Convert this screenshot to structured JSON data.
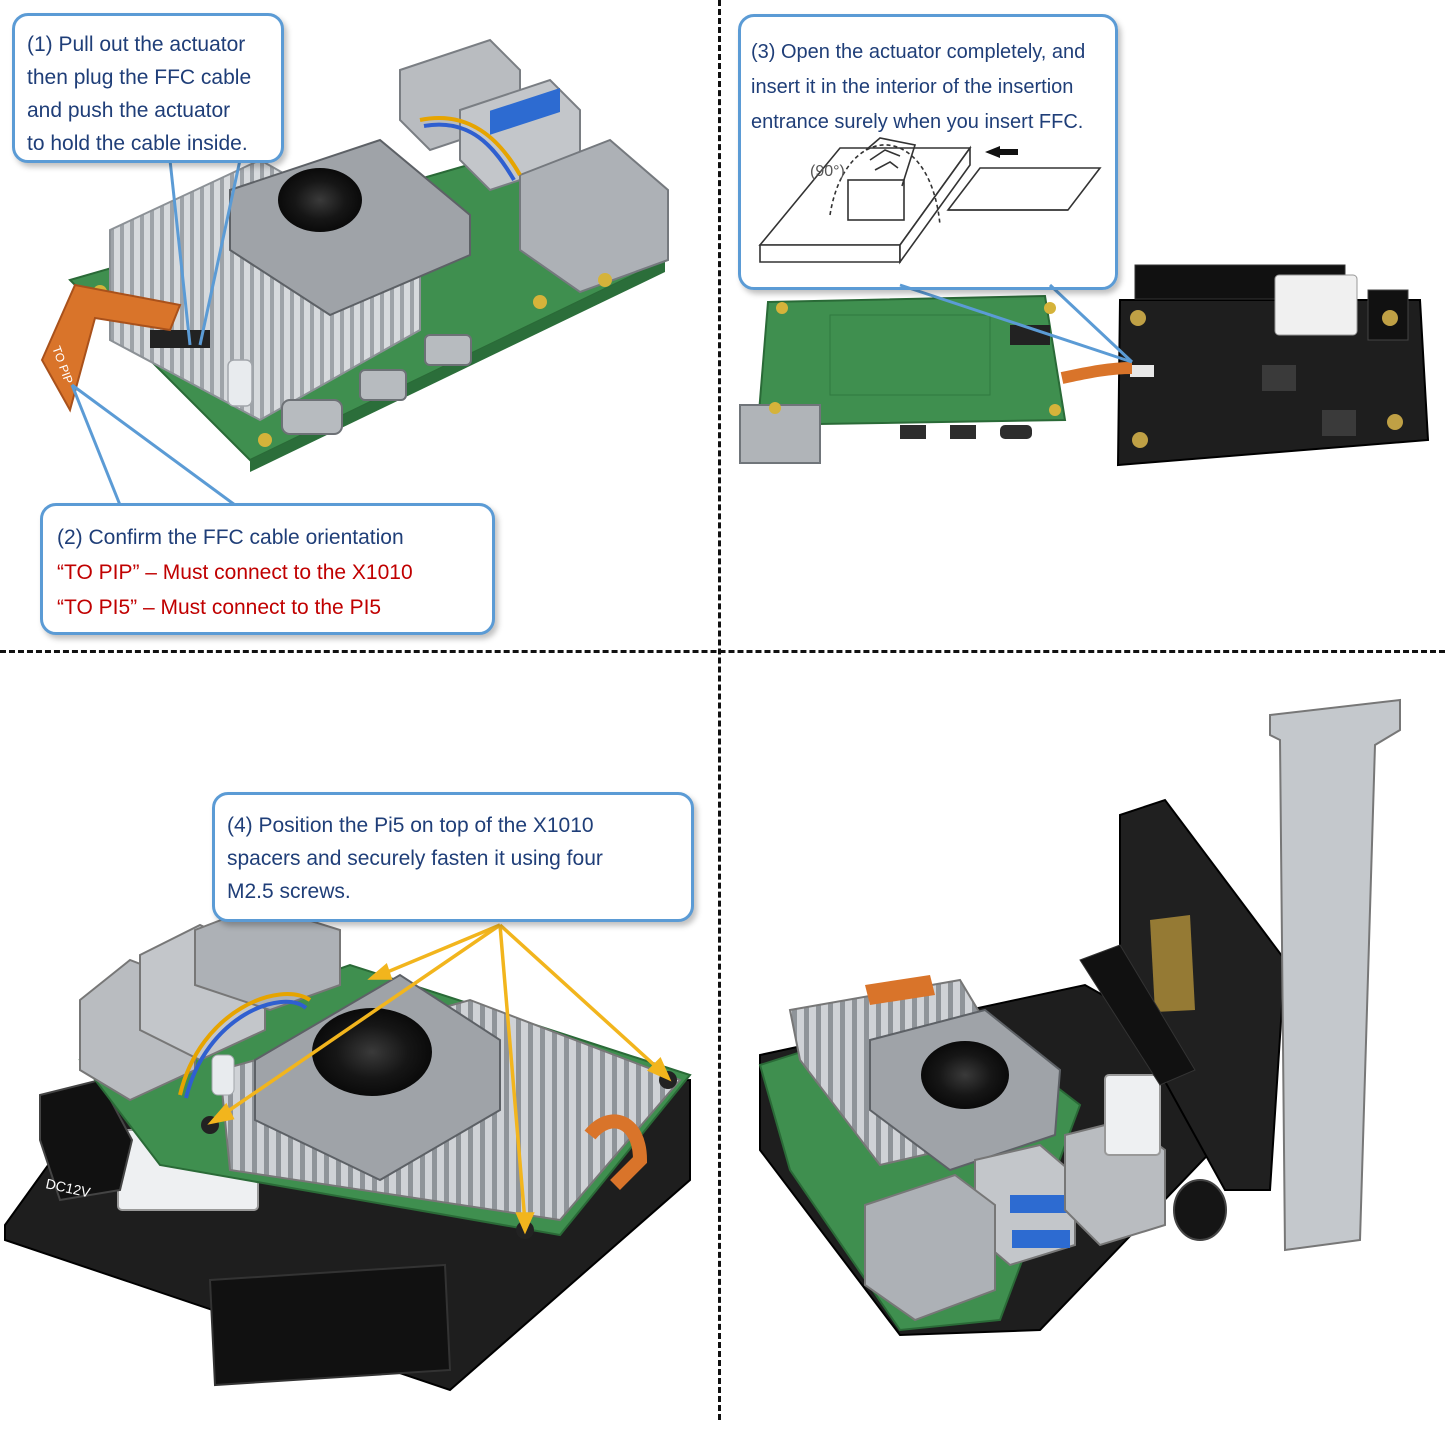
{
  "callouts": {
    "step1": {
      "lines": [
        "(1) Pull out the actuator",
        "then plug the FFC cable",
        "and push the actuator",
        "to hold the cable inside."
      ]
    },
    "step2": {
      "line1": "(2) Confirm the FFC cable orientation",
      "line2": "“TO PIP” – Must connect to the X1010",
      "line3": "“TO PI5” – Must connect to the PI5"
    },
    "step3": {
      "lines": [
        "(3) Open the actuator completely, and",
        "insert it in the interior of the insertion",
        "entrance surely when you insert FFC."
      ],
      "angle_label": "(90°)"
    },
    "step4": {
      "lines": [
        "(4) Position the Pi5 on top of the X1010",
        "spacers and securely fasten it using four",
        "M2.5 screws."
      ]
    }
  },
  "board_labels": {
    "dc12v": "DC12V",
    "to_pip": "TO PIP"
  },
  "colors": {
    "callout_border": "#5b9bd5",
    "callout_text": "#1f3e78",
    "warning_text": "#c00000",
    "pi_board_green": "#3f8f4f",
    "x1010_board_black": "#1e1e1e",
    "heatsink_silver": "#c9ccd0",
    "ffc_orange": "#d9742a",
    "arrow_yellow": "#f2b51d",
    "leader_blue": "#5b9bd5"
  }
}
